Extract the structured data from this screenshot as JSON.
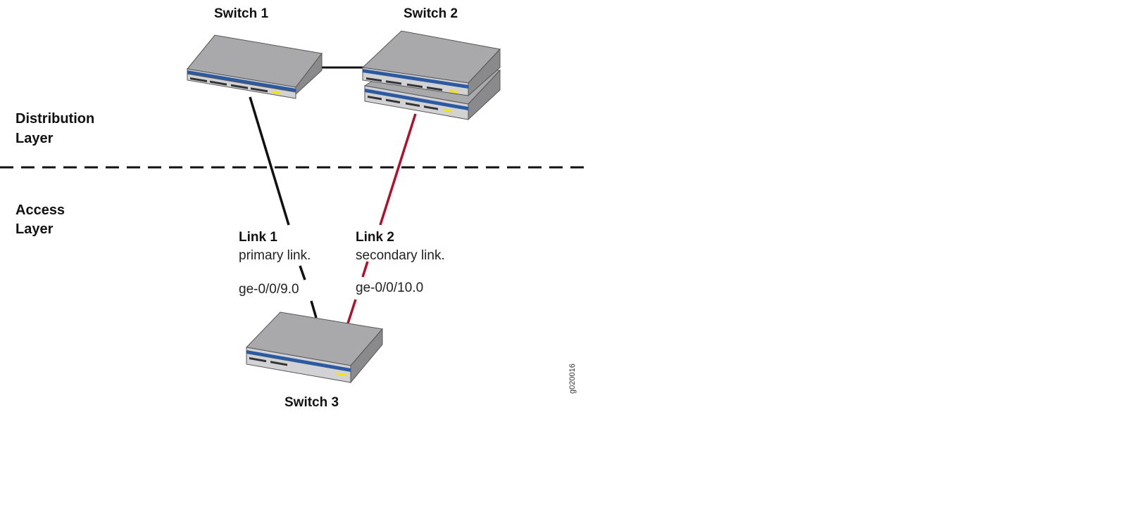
{
  "switches": {
    "switch1": "Switch 1",
    "switch2": "Switch 2",
    "switch3": "Switch 3"
  },
  "layers": {
    "distribution": [
      "Distribution",
      "Layer"
    ],
    "access": [
      "Access",
      "Layer"
    ]
  },
  "links": {
    "link1": {
      "title": "Link 1",
      "role": "primary link.",
      "interface": "ge-0/0/9.0",
      "color": "#111111"
    },
    "link2": {
      "title": "Link 2",
      "role": "secondary link.",
      "interface": "ge-0/0/10.0",
      "color": "#b0102e"
    }
  },
  "figure_id": "g020016",
  "colors": {
    "switch_top": "#a9a9ab",
    "switch_front": "#d2d2d4",
    "switch_side": "#8a8a8c",
    "switch_stripe": "#2c5aa0",
    "port_led": "#f2e600"
  }
}
